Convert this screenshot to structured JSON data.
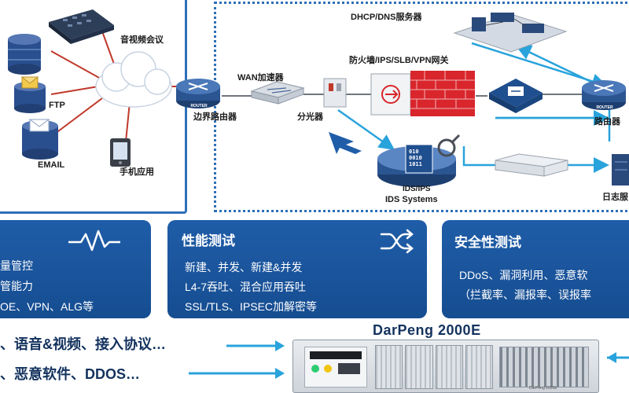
{
  "left_panel": {
    "video_conf_label": "音视频会议",
    "ftp_label": "FTP",
    "email_label": "EMAIL",
    "mobile_app_label": "手机应用",
    "router_badge": "ROUTER"
  },
  "right_panel": {
    "dhcp_label": "DHCP/DNS服务器",
    "firewall_label": "防火墙/IPS/SLB/VPN网关",
    "wan_label": "WAN加速器",
    "edge_router_label": "边界路由器",
    "splitter_label": "分光器",
    "router_label": "路由器",
    "ids_label_top": "IDS/IPS",
    "ids_label_bottom": "IDS Systems",
    "ids_screen_lines": [
      "010",
      "0010",
      "1011"
    ],
    "log_label": "日志服",
    "router_badge": "ROUTER"
  },
  "cards": {
    "left": {
      "lines": [
        "量管控",
        "管能力",
        "OE、VPN、ALG等"
      ]
    },
    "middle": {
      "title": "性能测试",
      "lines": [
        "新建、并发、新建&并发",
        "L4-7吞吐、混合应用吞吐",
        "SSL/TLS、IPSEC加解密等"
      ]
    },
    "right": {
      "title": "安全性测试",
      "lines": [
        "DDoS、漏洞利用、恶意软",
        "（拦截率、漏报率、误报率"
      ]
    }
  },
  "bottom": {
    "line1": "、语音&视频、接入协议…",
    "line2": "、恶意软件、DDOS…",
    "device_name": "DarPeng 2000E",
    "device_small_label": "DarPeng 2000E"
  },
  "colors": {
    "accent_blue": "#1f5da8",
    "panel_border": "#2e6fb8",
    "link_red": "#c0392b",
    "arrow_cyan": "#29a3dc",
    "firewall_red": "#d8262c"
  }
}
